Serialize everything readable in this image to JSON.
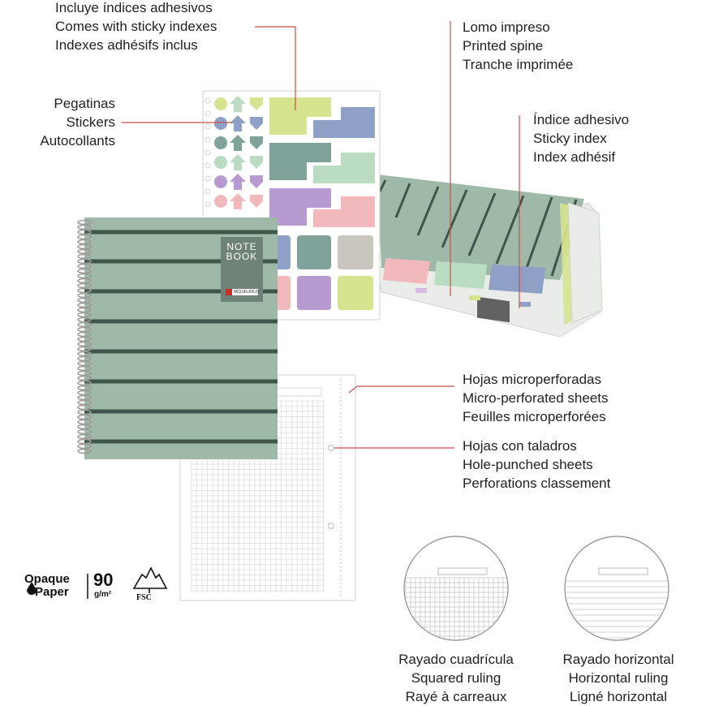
{
  "callouts": {
    "sticky_indexes": [
      "Incluye índices adhesivos",
      "Comes with sticky indexes",
      "Indexes adhésifs inclus"
    ],
    "printed_spine": [
      "Lomo impreso",
      "Printed spine",
      "Tranche imprimée"
    ],
    "stickers": [
      "Pegatinas",
      "Stickers",
      "Autocollants"
    ],
    "sticky_index": [
      "Índice adhesivo",
      "Sticky index",
      "Index adhésif"
    ],
    "micro_perforated": [
      "Hojas microperforadas",
      "Micro-perforated sheets",
      "Feuilles microperforées"
    ],
    "hole_punched": [
      "Hojas con taladros",
      "Hole-punched sheets",
      "Perforations classement"
    ]
  },
  "rulings": {
    "squared": [
      "Rayado cuadrícula",
      "Squared ruling",
      "Rayé à carreaux"
    ],
    "horizontal": [
      "Rayado horizontal",
      "Horizontal ruling",
      "Ligné horizontal"
    ]
  },
  "paper_badge": {
    "line1": "Opaque",
    "line2": "Paper",
    "weight": "90",
    "unit": "g/m²",
    "fsc": "FSC"
  },
  "notebook_cover": {
    "label_line1": "NOTE",
    "label_line2": "BOOK",
    "brand": "MIQUELRIUS"
  },
  "colors": {
    "cover": "#9fb9a8",
    "stripe": "#3f564a",
    "leader": "#c9514a",
    "sticker_yellow": "#d7e48f",
    "sticker_blue": "#8fa0c6",
    "sticker_teal": "#7fa39a",
    "sticker_mint": "#b9dcc3",
    "sticker_purple": "#b69ad0",
    "sticker_pink": "#f2b9bd",
    "sticker_grey": "#c9c5bf"
  }
}
